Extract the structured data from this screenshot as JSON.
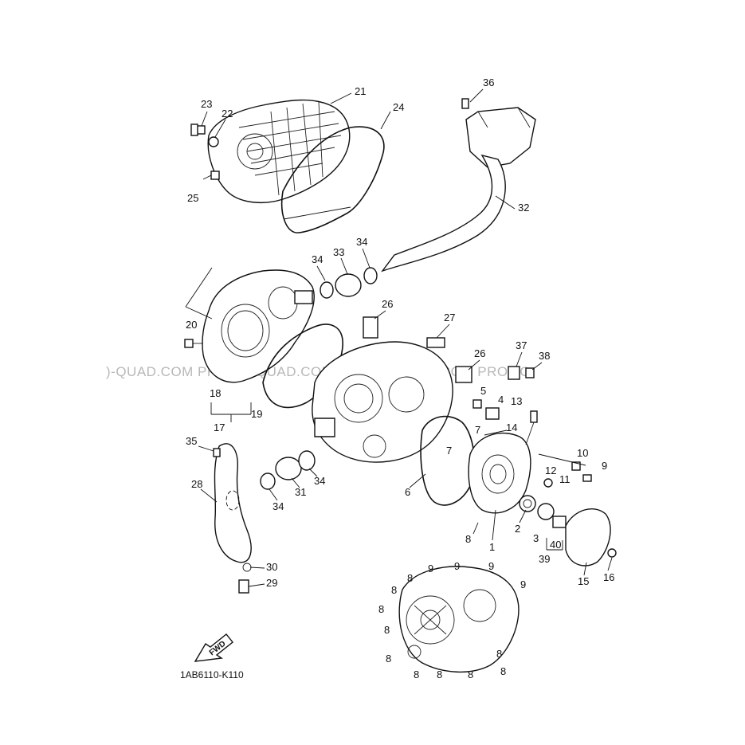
{
  "watermark_text": ")-QUAD.COM   PROMO-QUAD.COM   PROMO-QUAD.COM   PROMO",
  "diagram_code": "1AB6110-K110",
  "fwd_label": "FWD",
  "callouts": [
    "1",
    "2",
    "3",
    "4",
    "5",
    "6",
    "7",
    "7",
    "8",
    "8",
    "8",
    "8",
    "8",
    "8",
    "8",
    "8",
    "8",
    "8",
    "8",
    "9",
    "9",
    "9",
    "9",
    "9",
    "10",
    "11",
    "12",
    "13",
    "14",
    "15",
    "16",
    "17",
    "18",
    "19",
    "20",
    "21",
    "22",
    "23",
    "24",
    "25",
    "26",
    "26",
    "27",
    "28",
    "29",
    "30",
    "31",
    "32",
    "33",
    "34",
    "34",
    "34",
    "34",
    "35",
    "36",
    "37",
    "38",
    "39",
    "40"
  ]
}
